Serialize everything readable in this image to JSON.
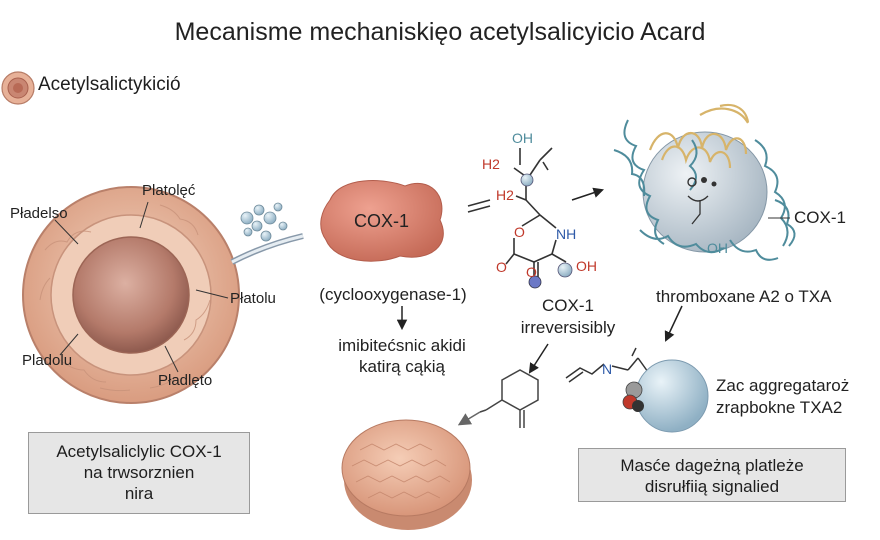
{
  "title": "Mecanisme mechaniskięo acetylsalicyicio Acard",
  "legend": {
    "label": "Acetylsalictykició"
  },
  "platelet_labels": {
    "top_right": "Platolęć",
    "top_left": "Pładelso",
    "right": "Płatolu",
    "bottom_left": "Pladolu",
    "bottom_right": "Pładlęto"
  },
  "cox1": {
    "enzyme_label": "COX-1",
    "full_name": "(cyclooxygenase-1)",
    "inhibition_line1": "imibitećsnic akidi",
    "inhibition_line2": "katirą cąkią"
  },
  "molecule": {
    "oh_top": "OH",
    "h2_top": "H2",
    "h2_mid": "H2",
    "o_ring": "O",
    "nh": "NH",
    "o_bottom": "O",
    "o_bottom2": "O",
    "oh_right": "OH"
  },
  "mid_caption": {
    "line1": "COX-1",
    "line2": "irreversisibly"
  },
  "protein": {
    "label": "COX-1",
    "oh": "OH"
  },
  "txa_label": "thromboxane A2 o TXA",
  "aggregation": {
    "line1": "Zac aggregataroż",
    "line2": "zrapbokne TXA2"
  },
  "left_box": {
    "line1": "Acetylsaliclylic COX-1",
    "line2": "na trwsorznien",
    "line3": "nira"
  },
  "right_box": {
    "line1": "Masće dageżną platleże",
    "line2": "disrułfiią signalied"
  },
  "colors": {
    "cox_blob": "#d9806c",
    "platelet_outer": "#e8b9a0",
    "platelet_core": "#b47a6a",
    "protein_sphere": "#c7d3dc",
    "helix_teal": "#4f8c9c",
    "helix_gold": "#d7b46a",
    "oxygen_red": "#c0392b",
    "nitrogen_blue": "#2e5aa8"
  }
}
